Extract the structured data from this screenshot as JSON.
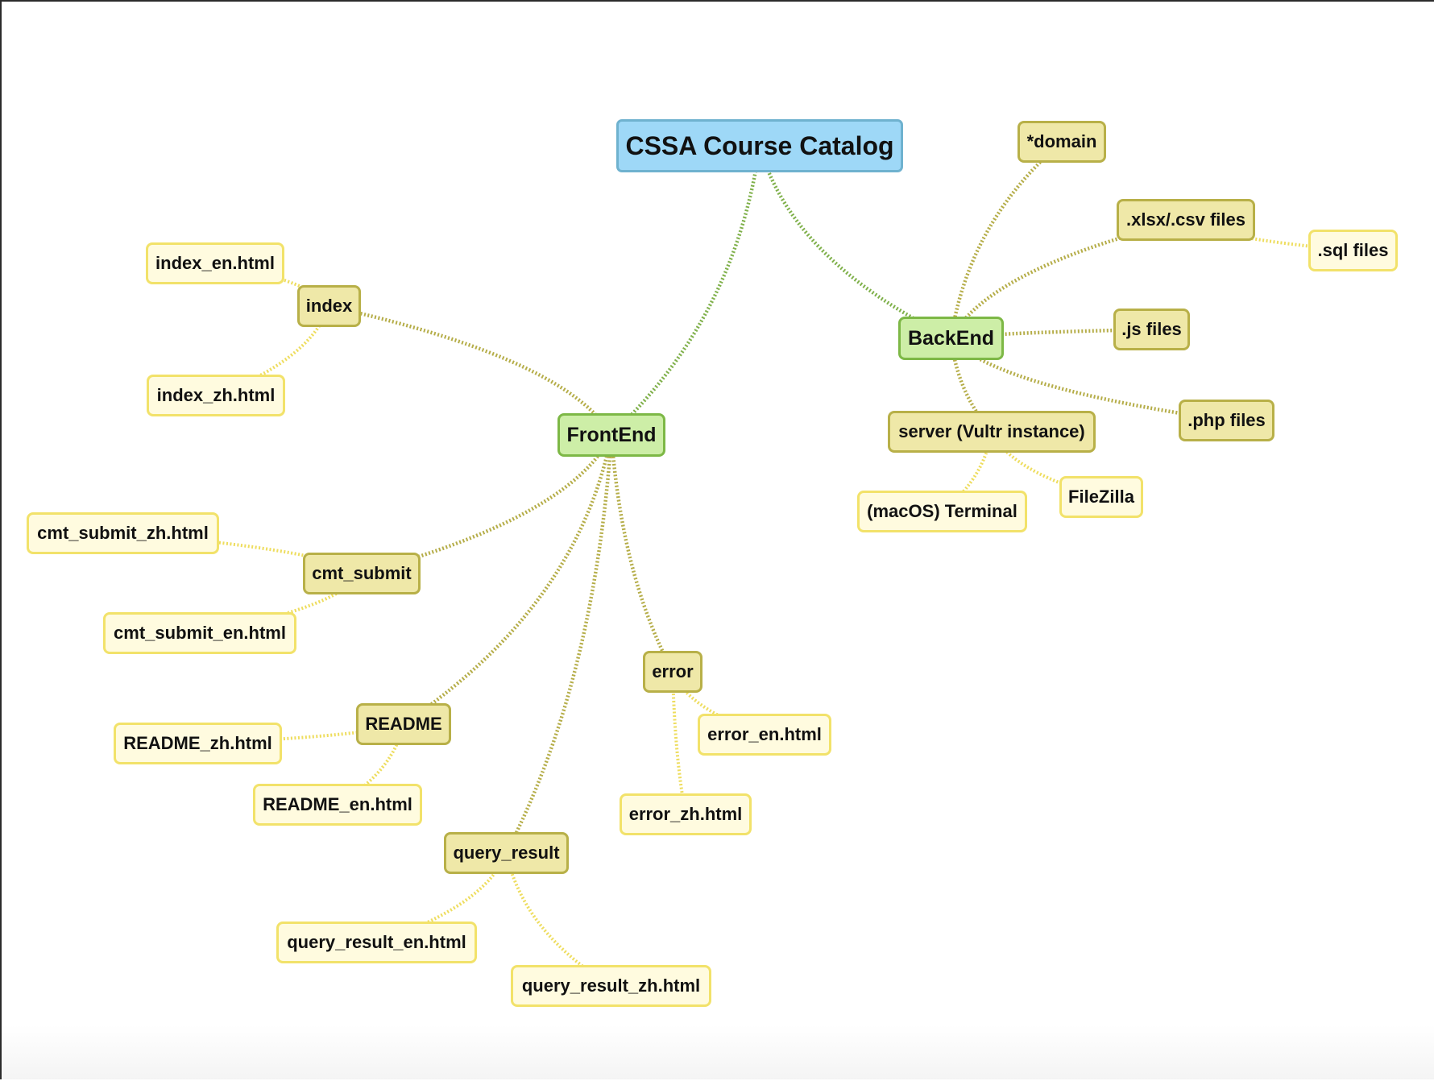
{
  "diagram": {
    "type": "mind-map",
    "root": "CSSA Course Catalog",
    "nodes": [
      {
        "id": "root",
        "label": "CSSA Course Catalog",
        "level": "root"
      },
      {
        "id": "frontend",
        "label": "FrontEnd",
        "level": "branch",
        "parent": "root"
      },
      {
        "id": "backend",
        "label": "BackEnd",
        "level": "branch",
        "parent": "root"
      },
      {
        "id": "index",
        "label": "index",
        "level": "sub",
        "parent": "frontend"
      },
      {
        "id": "index_en",
        "label": "index_en.html",
        "level": "leaf",
        "parent": "index"
      },
      {
        "id": "index_zh",
        "label": "index_zh.html",
        "level": "leaf",
        "parent": "index"
      },
      {
        "id": "cmt_submit",
        "label": "cmt_submit",
        "level": "sub",
        "parent": "frontend"
      },
      {
        "id": "cmt_submit_zh",
        "label": "cmt_submit_zh.html",
        "level": "leaf",
        "parent": "cmt_submit"
      },
      {
        "id": "cmt_submit_en",
        "label": "cmt_submit_en.html",
        "level": "leaf",
        "parent": "cmt_submit"
      },
      {
        "id": "readme",
        "label": "README",
        "level": "sub",
        "parent": "frontend"
      },
      {
        "id": "readme_zh",
        "label": "README_zh.html",
        "level": "leaf",
        "parent": "readme"
      },
      {
        "id": "readme_en",
        "label": "README_en.html",
        "level": "leaf",
        "parent": "readme"
      },
      {
        "id": "query_result",
        "label": "query_result",
        "level": "sub",
        "parent": "frontend"
      },
      {
        "id": "query_result_en",
        "label": "query_result_en.html",
        "level": "leaf",
        "parent": "query_result"
      },
      {
        "id": "query_result_zh",
        "label": "query_result_zh.html",
        "level": "leaf",
        "parent": "query_result"
      },
      {
        "id": "error",
        "label": "error",
        "level": "sub",
        "parent": "frontend"
      },
      {
        "id": "error_en",
        "label": "error_en.html",
        "level": "leaf",
        "parent": "error"
      },
      {
        "id": "error_zh",
        "label": "error_zh.html",
        "level": "leaf",
        "parent": "error"
      },
      {
        "id": "domain",
        "label": "*domain",
        "level": "sub",
        "parent": "backend"
      },
      {
        "id": "xlsx_csv",
        "label": ".xlsx/.csv files",
        "level": "sub",
        "parent": "backend"
      },
      {
        "id": "sql",
        "label": ".sql files",
        "level": "leaf",
        "parent": "xlsx_csv"
      },
      {
        "id": "js",
        "label": ".js files",
        "level": "sub",
        "parent": "backend"
      },
      {
        "id": "php",
        "label": ".php files",
        "level": "sub",
        "parent": "backend"
      },
      {
        "id": "server",
        "label": "server (Vultr instance)",
        "level": "sub",
        "parent": "backend"
      },
      {
        "id": "terminal",
        "label": "(macOS) Terminal",
        "level": "leaf",
        "parent": "server"
      },
      {
        "id": "filezilla",
        "label": "FileZilla",
        "level": "leaf",
        "parent": "server"
      }
    ]
  },
  "colors": {
    "root_fill": "#9ed8f7",
    "branch_fill": "#cdeea7",
    "sub_fill": "#efe8a8",
    "leaf_fill": "#fffbdf",
    "root_link": "#7fb04a",
    "branch_link": "#b5ad48",
    "leaf_link": "#eedd5e"
  }
}
